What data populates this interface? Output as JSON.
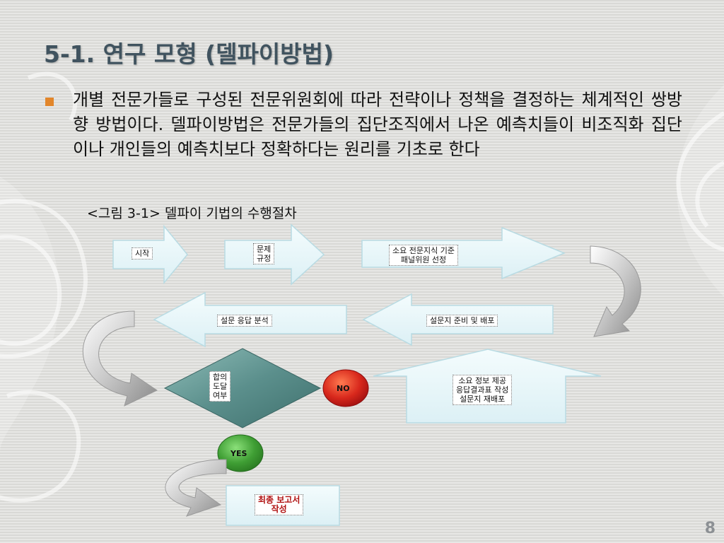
{
  "title": "5-1. 연구 모형  (델파이방법)",
  "bullet_text": "개별 전문가들로 구성된 전문위원회에 따라 전략이나 정책을 결정하는 체계적인 쌍방향 방법이다. 델파이방법은 전문가들의 집단조직에서 나온 예측치들이 비조직화 집단이나 개인들의 예측치보다 정확하다는 원리를 기초로 한다",
  "figure_caption": "<그림 3-1> 델파이 기법의 수행절차",
  "flow": {
    "start": "시작",
    "define_problem": "문제\n규정",
    "select_panel": "소요 전문지식 기준\n패널위원 선정",
    "prepare_survey": "설문지 준비 및 배포",
    "analyze": "설문 응답 분석",
    "consensus": "합의\n도달\n여부",
    "no": "NO",
    "yes": "YES",
    "feedback": "소요 정보 제공\n응답결과표 작성\n설문지 재배포",
    "final_report": "최종 보고서\n작성"
  },
  "page_number": "8",
  "colors": {
    "title": "#40535f",
    "bullet": "#e2862b",
    "no_circle": "#d8281c",
    "yes_circle": "#3f9e34",
    "box_fill": "#e9f7fa",
    "diamond_fill": "#5f9490"
  }
}
